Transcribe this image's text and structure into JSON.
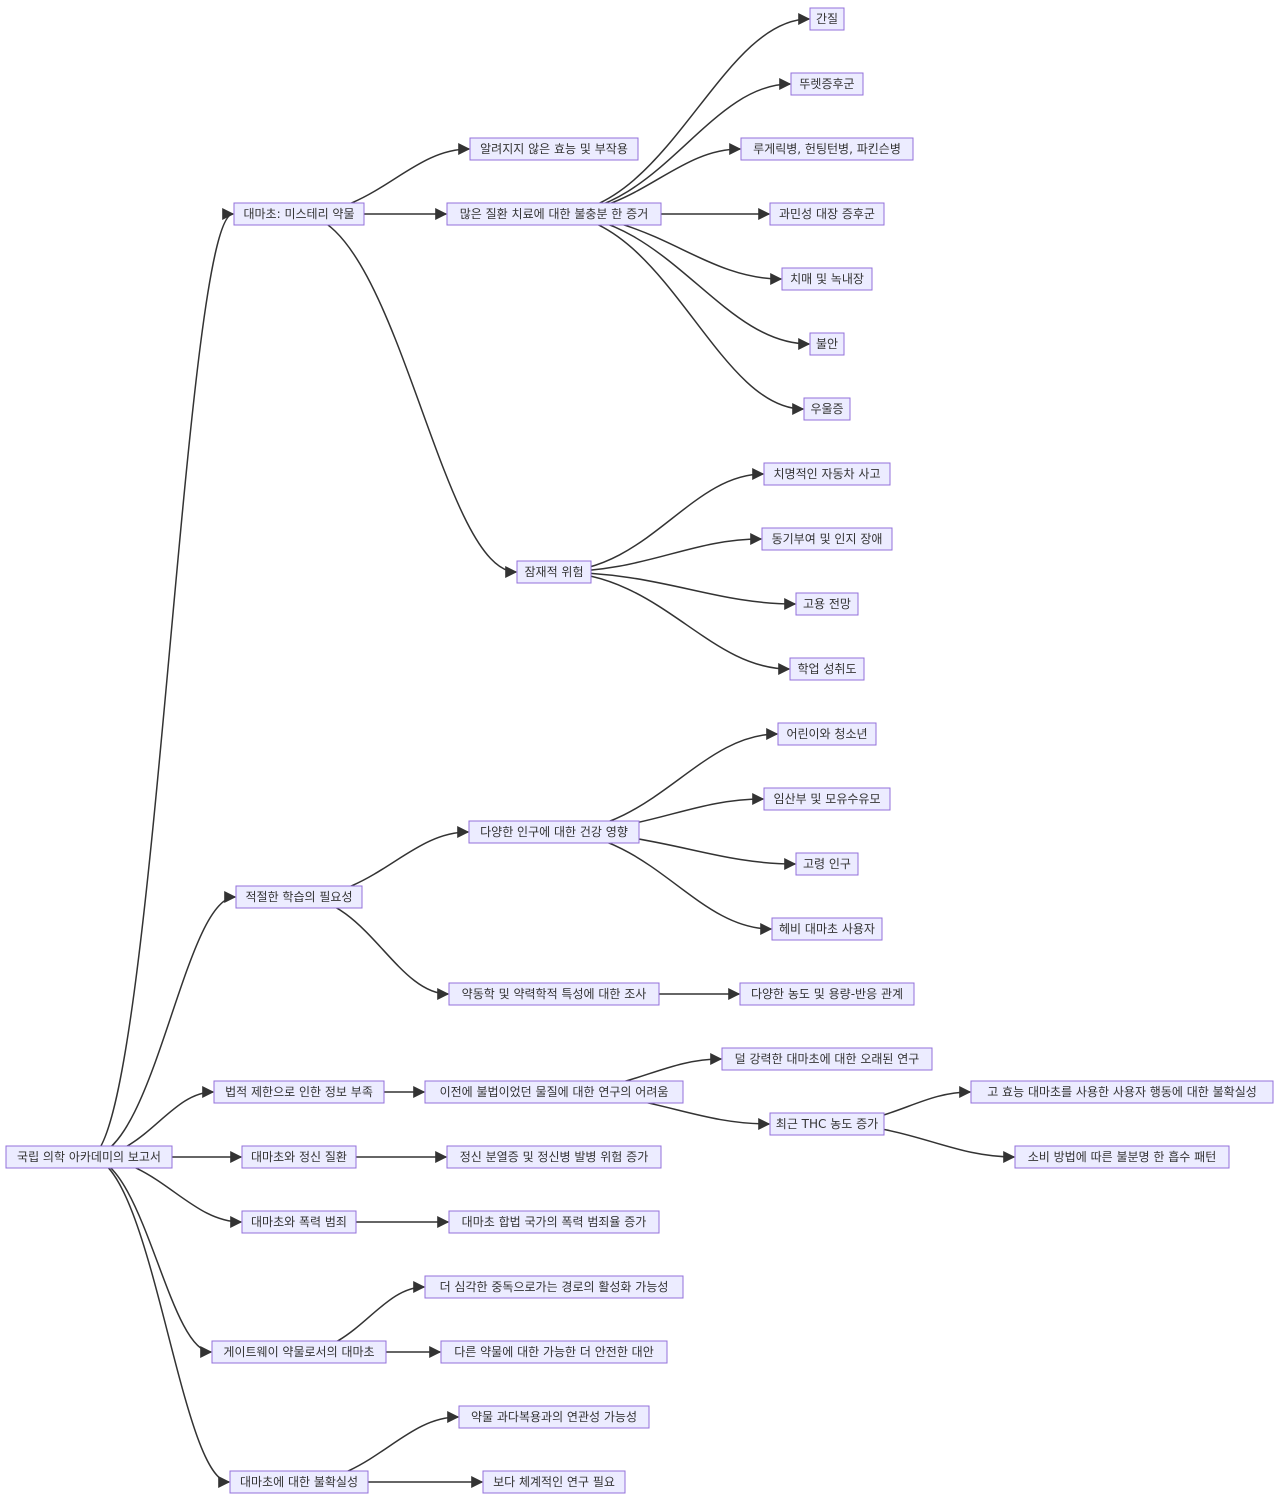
{
  "diagram": {
    "colors": {
      "node_fill": "#ECECFF",
      "node_border": "#9370DB",
      "edge": "#333333",
      "text": "#333333"
    },
    "nodes": [
      {
        "id": "root",
        "label": "국립 의학 아카데미의 보고서"
      },
      {
        "id": "a",
        "label": "대마초: 미스테리 약물"
      },
      {
        "id": "a1",
        "label": "알려지지 않은 효능 및 부작용"
      },
      {
        "id": "a2",
        "label": "많은 질환 치료에 대한 불충분 한 증거"
      },
      {
        "id": "a2a",
        "label": "간질"
      },
      {
        "id": "a2b",
        "label": "뚜렛증후군"
      },
      {
        "id": "a2c",
        "label": "루게릭병, 헌팅턴병, 파킨슨병"
      },
      {
        "id": "a2d",
        "label": "과민성 대장 증후군"
      },
      {
        "id": "a2e",
        "label": "치매 및 녹내장"
      },
      {
        "id": "a2f",
        "label": "불안"
      },
      {
        "id": "a2g",
        "label": "우울증"
      },
      {
        "id": "a3",
        "label": "잠재적 위험"
      },
      {
        "id": "a3a",
        "label": "치명적인 자동차 사고"
      },
      {
        "id": "a3b",
        "label": "동기부여 및 인지 장애"
      },
      {
        "id": "a3c",
        "label": "고용 전망"
      },
      {
        "id": "a3d",
        "label": "학업 성취도"
      },
      {
        "id": "b",
        "label": "적절한 학습의 필요성"
      },
      {
        "id": "b1",
        "label": "다양한 인구에 대한 건강 영향"
      },
      {
        "id": "b1a",
        "label": "어린이와 청소년"
      },
      {
        "id": "b1b",
        "label": "임산부 및 모유수유모"
      },
      {
        "id": "b1c",
        "label": "고령 인구"
      },
      {
        "id": "b1d",
        "label": "헤비 대마초 사용자"
      },
      {
        "id": "b2",
        "label": "약동학 및 약력학적 특성에 대한 조사"
      },
      {
        "id": "b2a",
        "label": "다양한 농도 및 용량-반응 관계"
      },
      {
        "id": "c",
        "label": "법적 제한으로 인한 정보 부족"
      },
      {
        "id": "c1",
        "label": "이전에 불법이었던 물질에 대한 연구의 어려움"
      },
      {
        "id": "c1a",
        "label": "덜 강력한 대마초에 대한 오래된 연구"
      },
      {
        "id": "c1b",
        "label": "최근 THC 농도 증가"
      },
      {
        "id": "c1b1",
        "label": "고 효능 대마초를 사용한 사용자 행동에 대한 불확실성"
      },
      {
        "id": "c1b2",
        "label": "소비 방법에 따른 불분명 한 흡수 패턴"
      },
      {
        "id": "d",
        "label": "대마초와 정신 질환"
      },
      {
        "id": "d1",
        "label": "정신 분열증 및 정신병 발병 위험 증가"
      },
      {
        "id": "e",
        "label": "대마초와 폭력 범죄"
      },
      {
        "id": "e1",
        "label": "대마초 합법 국가의 폭력 범죄율 증가"
      },
      {
        "id": "f",
        "label": "게이트웨이 약물로서의 대마초"
      },
      {
        "id": "f1",
        "label": "더 심각한 중독으로가는 경로의 활성화 가능성"
      },
      {
        "id": "f2",
        "label": "다른 약물에 대한 가능한 더 안전한 대안"
      },
      {
        "id": "g",
        "label": "대마초에 대한 불확실성"
      },
      {
        "id": "g1",
        "label": "약물 과다복용과의 연관성 가능성"
      },
      {
        "id": "g2",
        "label": "보다 체계적인 연구 필요"
      }
    ],
    "edges": [
      [
        "root",
        "a"
      ],
      [
        "root",
        "b"
      ],
      [
        "root",
        "c"
      ],
      [
        "root",
        "d"
      ],
      [
        "root",
        "e"
      ],
      [
        "root",
        "f"
      ],
      [
        "root",
        "g"
      ],
      [
        "a",
        "a1"
      ],
      [
        "a",
        "a2"
      ],
      [
        "a",
        "a3"
      ],
      [
        "a2",
        "a2a"
      ],
      [
        "a2",
        "a2b"
      ],
      [
        "a2",
        "a2c"
      ],
      [
        "a2",
        "a2d"
      ],
      [
        "a2",
        "a2e"
      ],
      [
        "a2",
        "a2f"
      ],
      [
        "a2",
        "a2g"
      ],
      [
        "a3",
        "a3a"
      ],
      [
        "a3",
        "a3b"
      ],
      [
        "a3",
        "a3c"
      ],
      [
        "a3",
        "a3d"
      ],
      [
        "b",
        "b1"
      ],
      [
        "b",
        "b2"
      ],
      [
        "b1",
        "b1a"
      ],
      [
        "b1",
        "b1b"
      ],
      [
        "b1",
        "b1c"
      ],
      [
        "b1",
        "b1d"
      ],
      [
        "b2",
        "b2a"
      ],
      [
        "c",
        "c1"
      ],
      [
        "c1",
        "c1a"
      ],
      [
        "c1",
        "c1b"
      ],
      [
        "c1b",
        "c1b1"
      ],
      [
        "c1b",
        "c1b2"
      ],
      [
        "d",
        "d1"
      ],
      [
        "e",
        "e1"
      ],
      [
        "f",
        "f1"
      ],
      [
        "f",
        "f2"
      ],
      [
        "g",
        "g1"
      ],
      [
        "g",
        "g2"
      ]
    ]
  }
}
